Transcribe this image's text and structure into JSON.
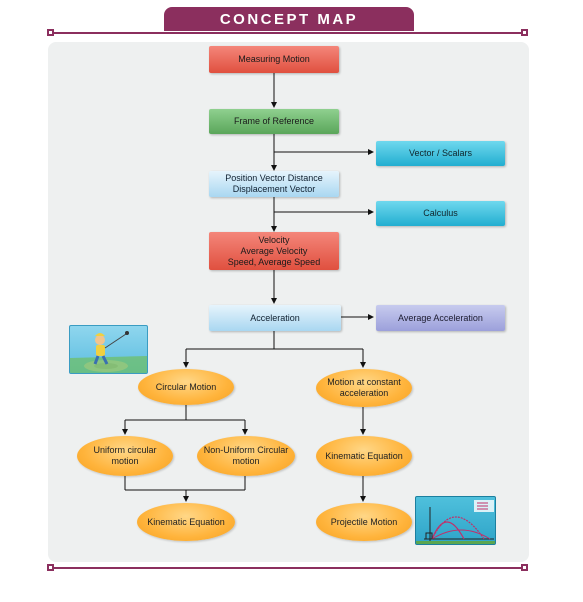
{
  "title": "CONCEPT MAP",
  "colors": {
    "frame": "#8b2f5e",
    "panel": "#eef0f0",
    "red_box": "#e8604f",
    "green_box": "#6fb86f",
    "cyan_box": "#3cc0dd",
    "light_blue_box": "#bfe2f5",
    "purple_box": "#b0b4e6",
    "oval": "#ffb43c"
  },
  "nodes": {
    "measuring_motion": "Measuring Motion",
    "frame_of_reference": "Frame of Reference",
    "vector_scalars": "Vector / Scalars",
    "position_vector": "Position Vector Distance\nDisplacement Vector",
    "calculus": "Calculus",
    "velocity": "Velocity\nAverage Velocity\nSpeed, Average Speed",
    "acceleration": "Acceleration",
    "average_acceleration": "Average Acceleration",
    "circular_motion": "Circular Motion",
    "constant_acceleration": "Motion at constant\nacceleration",
    "uniform_circular": "Uniform circular\nmotion",
    "non_uniform_circular": "Non-Uniform Circular\nmotion",
    "kinematic_equation_right": "Kinematic Equation",
    "kinematic_equation_left": "Kinematic Equation",
    "projectile_motion": "Projectile Motion"
  },
  "images": {
    "hammer_thrower": "hammer-thrower-illustration",
    "projectile_graph": "projectile-trajectory-illustration"
  }
}
